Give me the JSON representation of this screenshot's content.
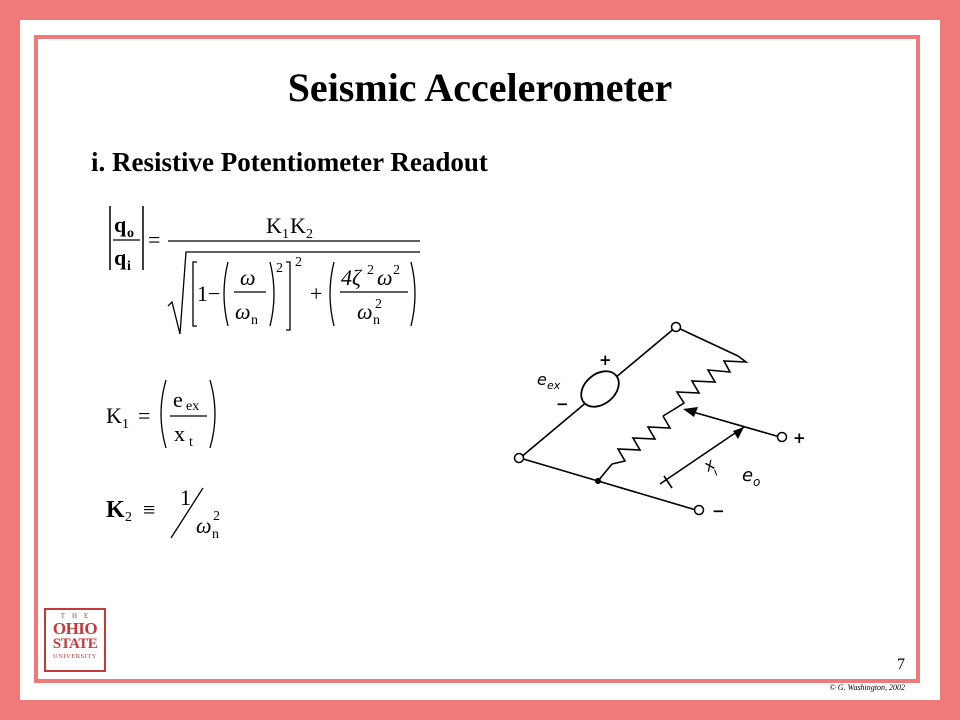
{
  "slide": {
    "title": "Seismic Accelerometer",
    "subtitle": "i. Resistive Potentiometer Readout",
    "page_number": "7",
    "copyright": "© G. Washington, 2002"
  },
  "logo": {
    "line1": "THE",
    "line2": "OHIO",
    "line3": "STATE",
    "line4": "UNIVERSITY"
  },
  "equation1": {
    "q": "q",
    "sub_o": "o",
    "sub_i": "i",
    "equals": "=",
    "numerator": "K",
    "num_sub1": "1",
    "num_sub2": "2",
    "one_minus": "1−",
    "omega": "ω",
    "omega_n": "ω",
    "sub_n": "n",
    "sq": "2",
    "plus": "+",
    "four_zeta": "4ζ",
    "zeta_sq": "2",
    "omega_sq": "2"
  },
  "equation2": {
    "K": "K",
    "sub": "1",
    "equals": "=",
    "e": "e",
    "e_sub": "ex",
    "x": "x",
    "x_sub": "t"
  },
  "equation3": {
    "K": "K",
    "sub": "2",
    "equiv": "≡",
    "one": "1",
    "omega": "ω",
    "sub_n": "n",
    "sq": "2"
  },
  "circuit": {
    "source_label": "e",
    "source_sub": "ex",
    "plus_top": "+",
    "minus_left": "−",
    "out_plus": "+",
    "out_minus": "−",
    "disp_label": "x",
    "disp_sub": "i",
    "out_label": "e",
    "out_sub": "o"
  }
}
